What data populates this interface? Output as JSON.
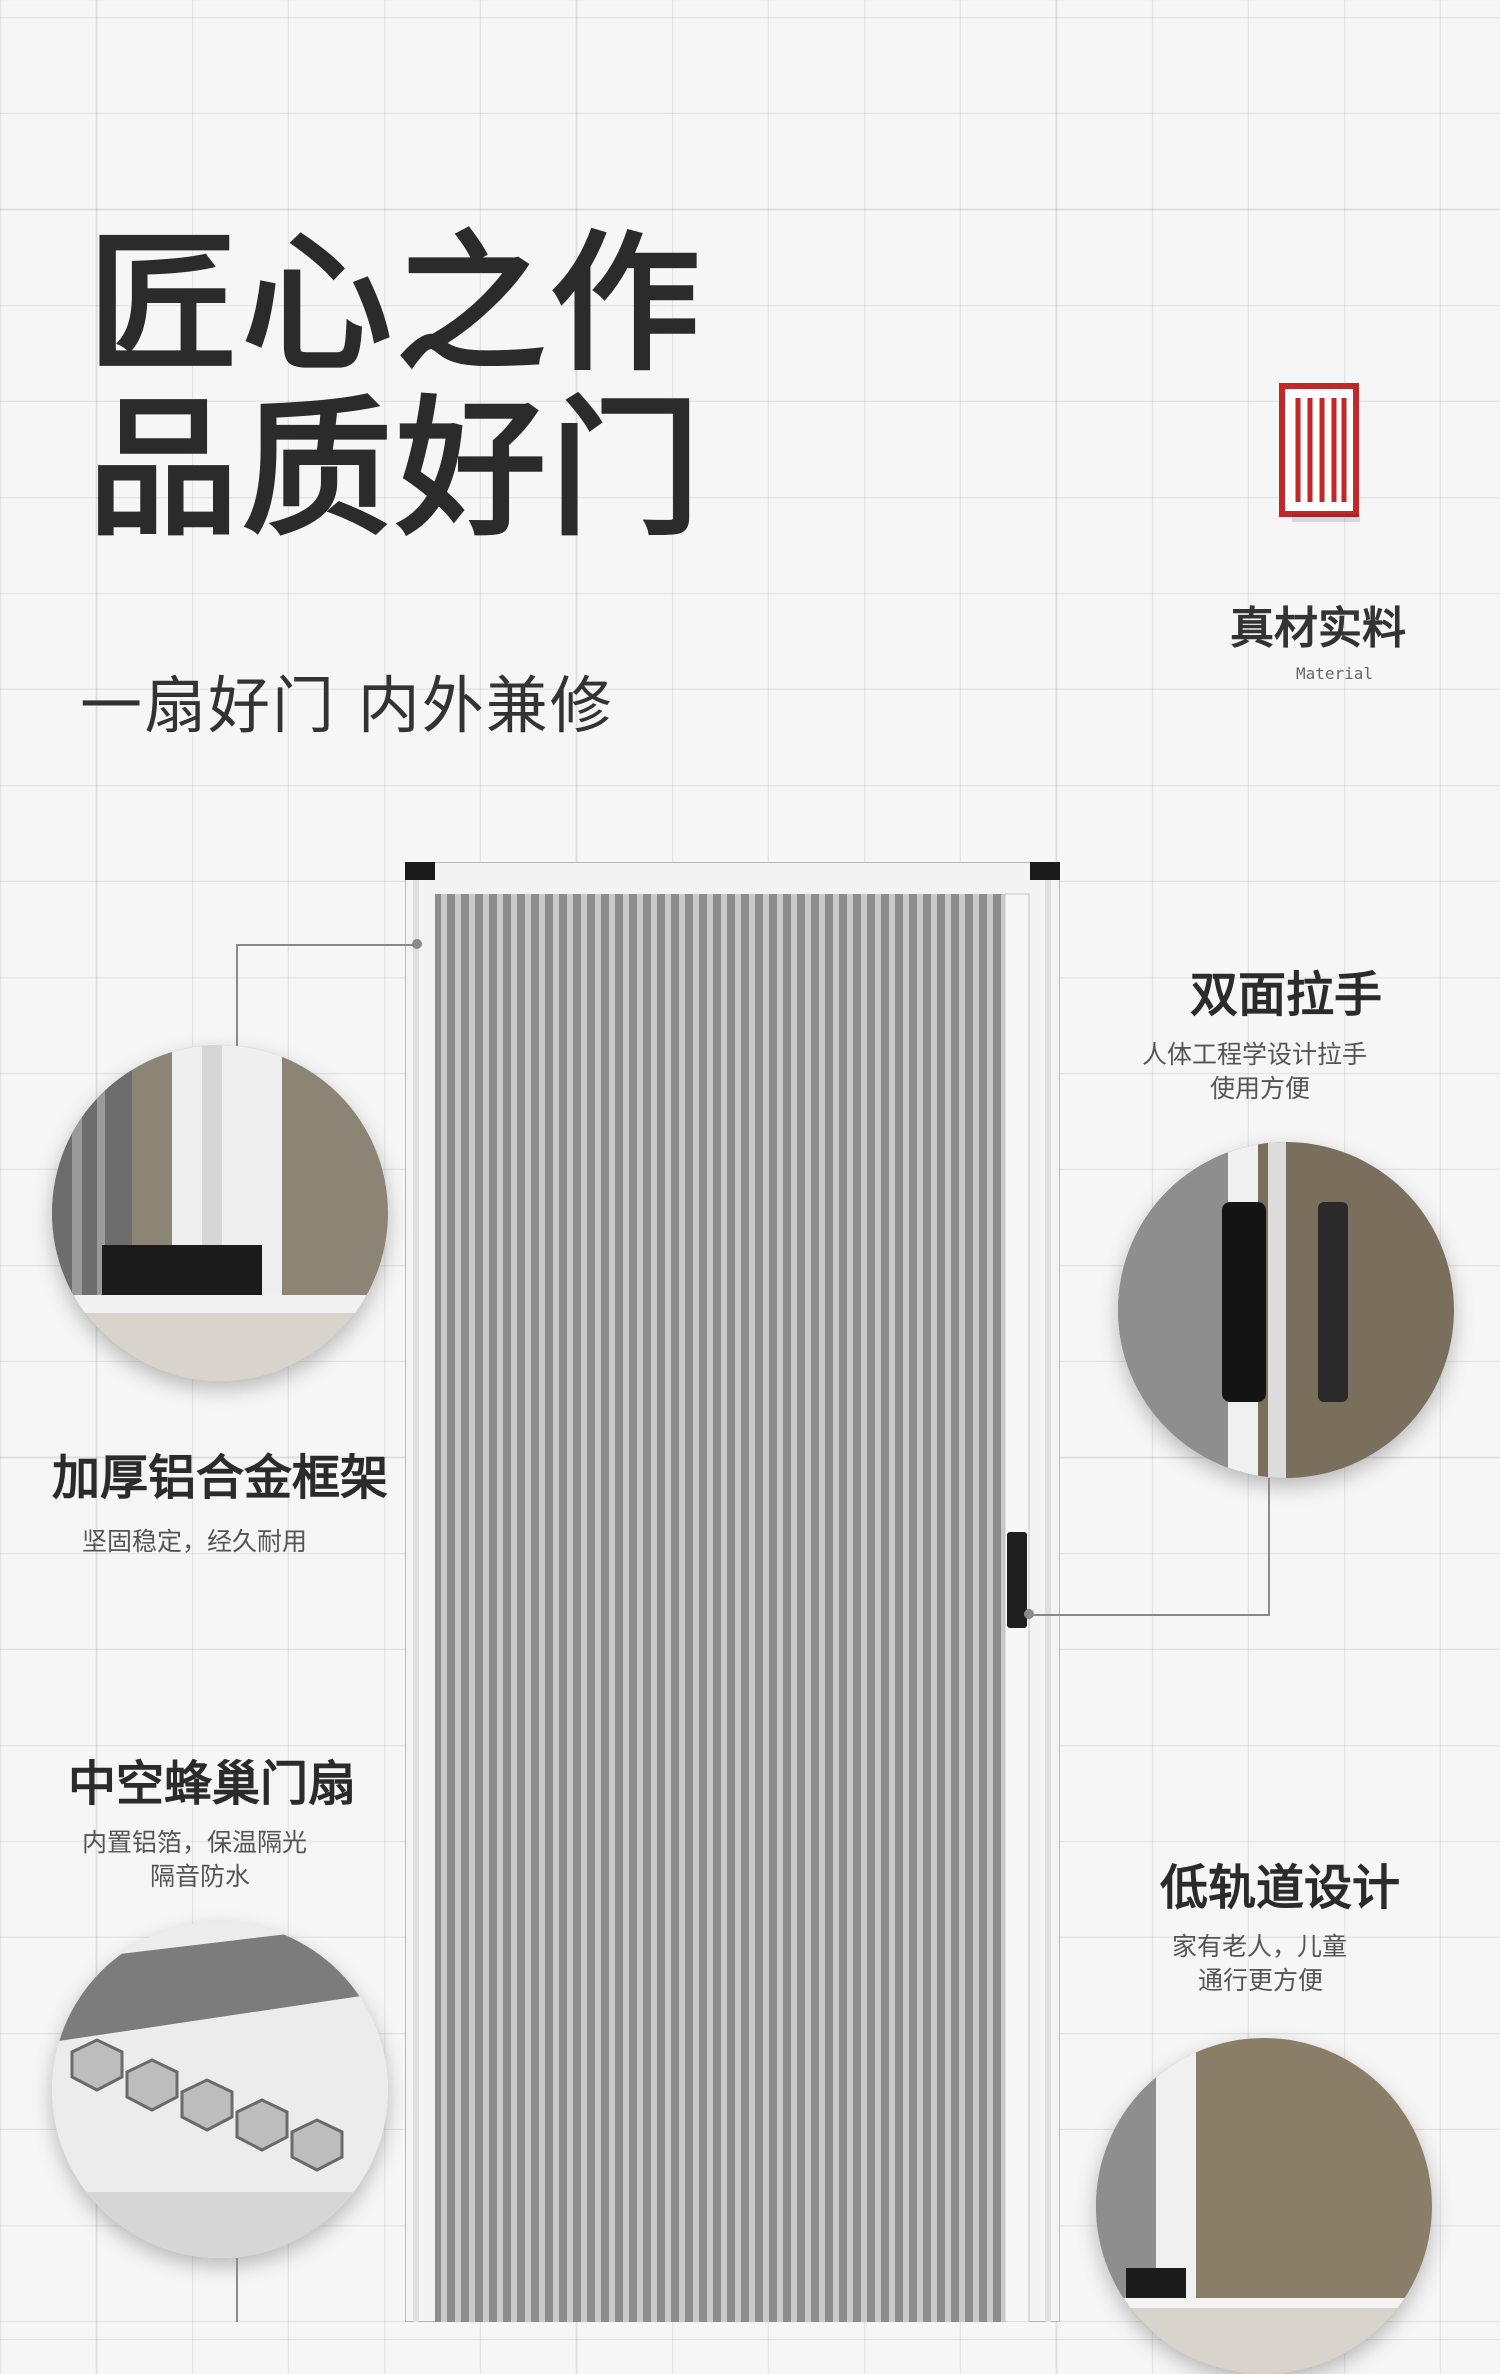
{
  "hero": {
    "title_line1": "匠心之作",
    "title_line2": "品质好门",
    "subtitle": "一扇好门 内外兼修"
  },
  "badge": {
    "icon": "red-vertical-lines-icon",
    "label": "真材实料",
    "sublabel": "Material"
  },
  "features": {
    "frame": {
      "title": "加厚铝合金框架",
      "desc": "坚固稳定，经久耐用"
    },
    "handle": {
      "title": "双面拉手",
      "desc_line1": "人体工程学设计拉手",
      "desc_line2": "使用方便"
    },
    "honeycomb": {
      "title": "中空蜂巢门扇",
      "desc_line1": "内置铝箔，保温隔光",
      "desc_line2": "隔音防水"
    },
    "track": {
      "title": "低轨道设计",
      "desc_line1": "家有老人，儿童",
      "desc_line2": "通行更方便"
    }
  },
  "colors": {
    "accent_red": "#c0282a",
    "screen_gray": "#8f8f8f",
    "frame_white": "#f2f2f2"
  }
}
